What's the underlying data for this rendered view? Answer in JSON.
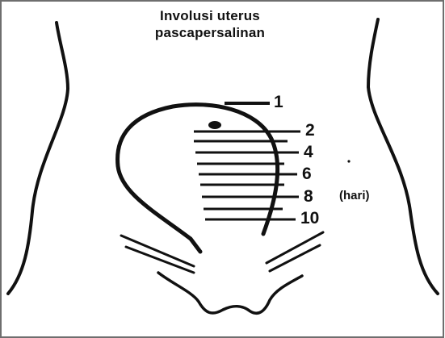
{
  "title": {
    "line1": "Involusi uterus",
    "line2": "pascapersalinan"
  },
  "day_markers": [
    "1",
    "2",
    "4",
    "6",
    "8",
    "10"
  ],
  "unit_label": "(hari)",
  "colors": {
    "ink": "#111111",
    "frame": "#6e6e6e",
    "background": "#ffffff"
  }
}
